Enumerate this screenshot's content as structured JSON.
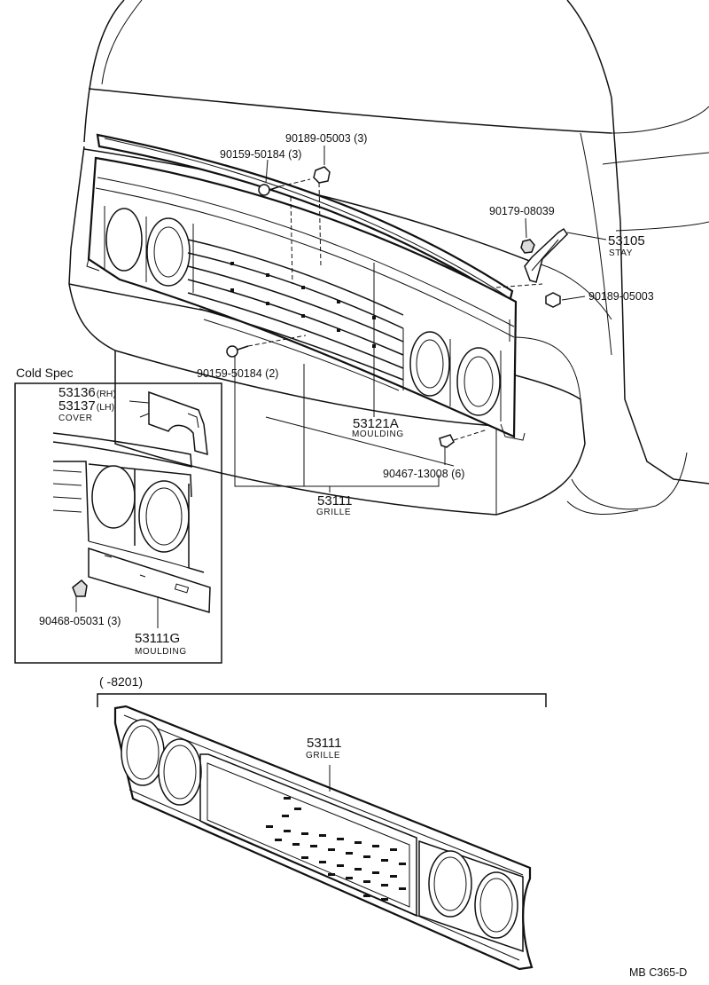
{
  "diagram": {
    "parts": {
      "cap_nut_top": {
        "number": "90189-05003 (3)"
      },
      "bolt_top": {
        "number": "90159-50184 (3)"
      },
      "nut_stay": {
        "number": "90179-08039"
      },
      "stay": {
        "number": "53105",
        "name": "STAY"
      },
      "cap_nut_stay": {
        "number": "90189-05003"
      },
      "bolt_lower": {
        "number": "90159-50184 (2)"
      },
      "moulding_main": {
        "number": "53121A",
        "name": "MOULDING"
      },
      "clip": {
        "number": "90467-13008 (6)"
      },
      "grille_main": {
        "number": "53111",
        "name": "GRILLE"
      },
      "cover_rh": {
        "number": "53136",
        "suffix": "(RH)"
      },
      "cover_lh": {
        "number": "53137",
        "suffix": "(LH)"
      },
      "cover_name": {
        "name": "COVER"
      },
      "clip_cold": {
        "number": "90468-05031 (3)"
      },
      "moulding_cold": {
        "number": "53111G",
        "name": "MOULDING"
      },
      "grille_old": {
        "number": "53111",
        "name": "GRILLE"
      }
    },
    "cold_spec_title": "Cold Spec",
    "range_label": "(      -8201)",
    "footer_code": "MB  C365-D"
  }
}
